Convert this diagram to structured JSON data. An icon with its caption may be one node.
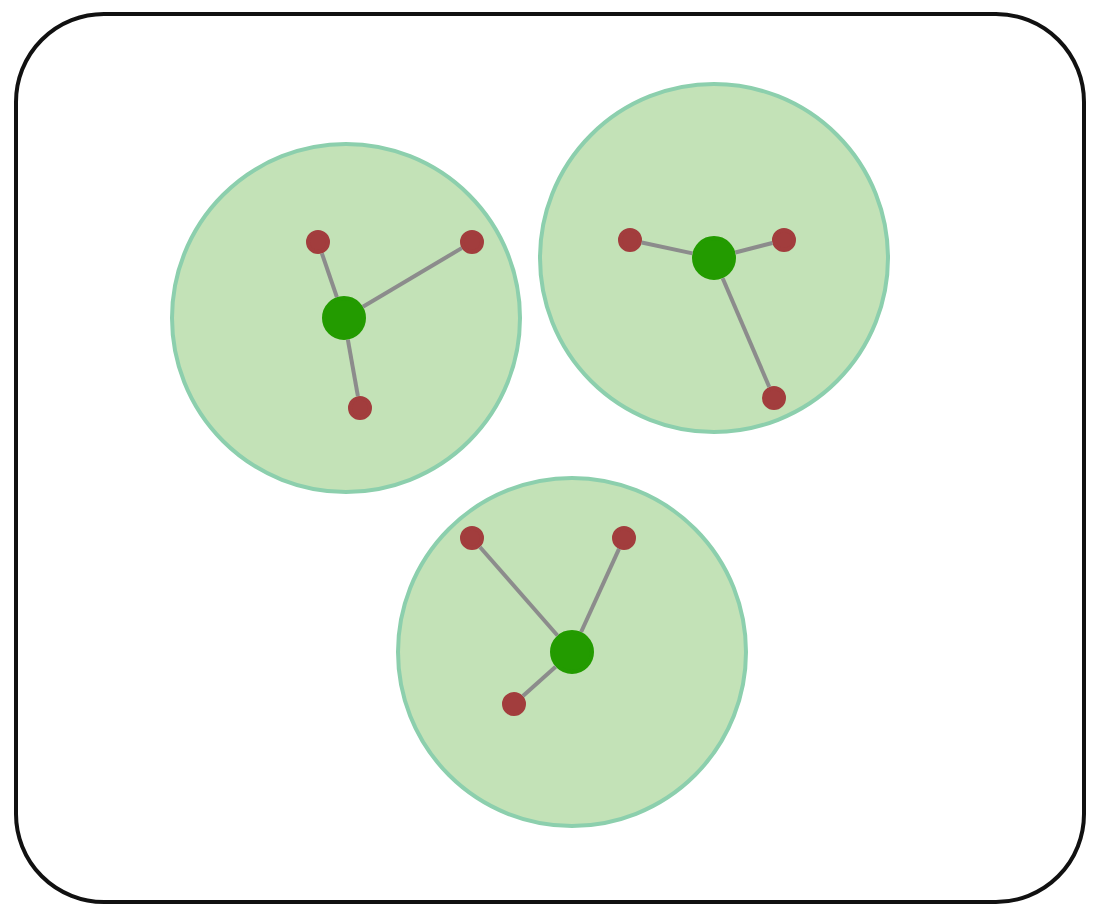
{
  "diagram": {
    "nodes": [
      {
        "text": [],
        "shape": "box"
      },
      {
        "text": [],
        "shape": "circle",
        "in": 0
      },
      {
        "text": [],
        "shape": "circle",
        "in": 1
      },
      {
        "text": [],
        "shape": "circle",
        "in": 1
      },
      {
        "text": [],
        "shape": "circle",
        "in": 1
      },
      {
        "text": [],
        "shape": "circle",
        "in": 1
      },
      {
        "text": [],
        "shape": "circle",
        "in": 0
      },
      {
        "text": [],
        "shape": "circle",
        "in": 6
      },
      {
        "text": [],
        "shape": "circle",
        "in": 6
      },
      {
        "text": [],
        "shape": "circle",
        "in": 6
      },
      {
        "text": [],
        "shape": "circle",
        "in": 6
      },
      {
        "text": [],
        "shape": "circle",
        "in": 0
      },
      {
        "text": [],
        "shape": "circle",
        "in": 11
      },
      {
        "text": [],
        "shape": "circle",
        "in": 11
      },
      {
        "text": [],
        "shape": "circle",
        "in": 11
      },
      {
        "text": [],
        "shape": "circle",
        "in": 11
      }
    ],
    "edges": [
      {
        "from": 4,
        "to": 2,
        "arrow": "none"
      },
      {
        "from": 4,
        "to": 3,
        "arrow": "none"
      },
      {
        "from": 4,
        "to": 5,
        "arrow": "none"
      },
      {
        "from": 9,
        "to": 7,
        "arrow": "none"
      },
      {
        "from": 9,
        "to": 8,
        "arrow": "none"
      },
      {
        "from": 9,
        "to": 10,
        "arrow": "none"
      },
      {
        "from": 14,
        "to": 12,
        "arrow": "none"
      },
      {
        "from": 14,
        "to": 13,
        "arrow": "none"
      },
      {
        "from": 14,
        "to": 15,
        "arrow": "none"
      }
    ]
  }
}
